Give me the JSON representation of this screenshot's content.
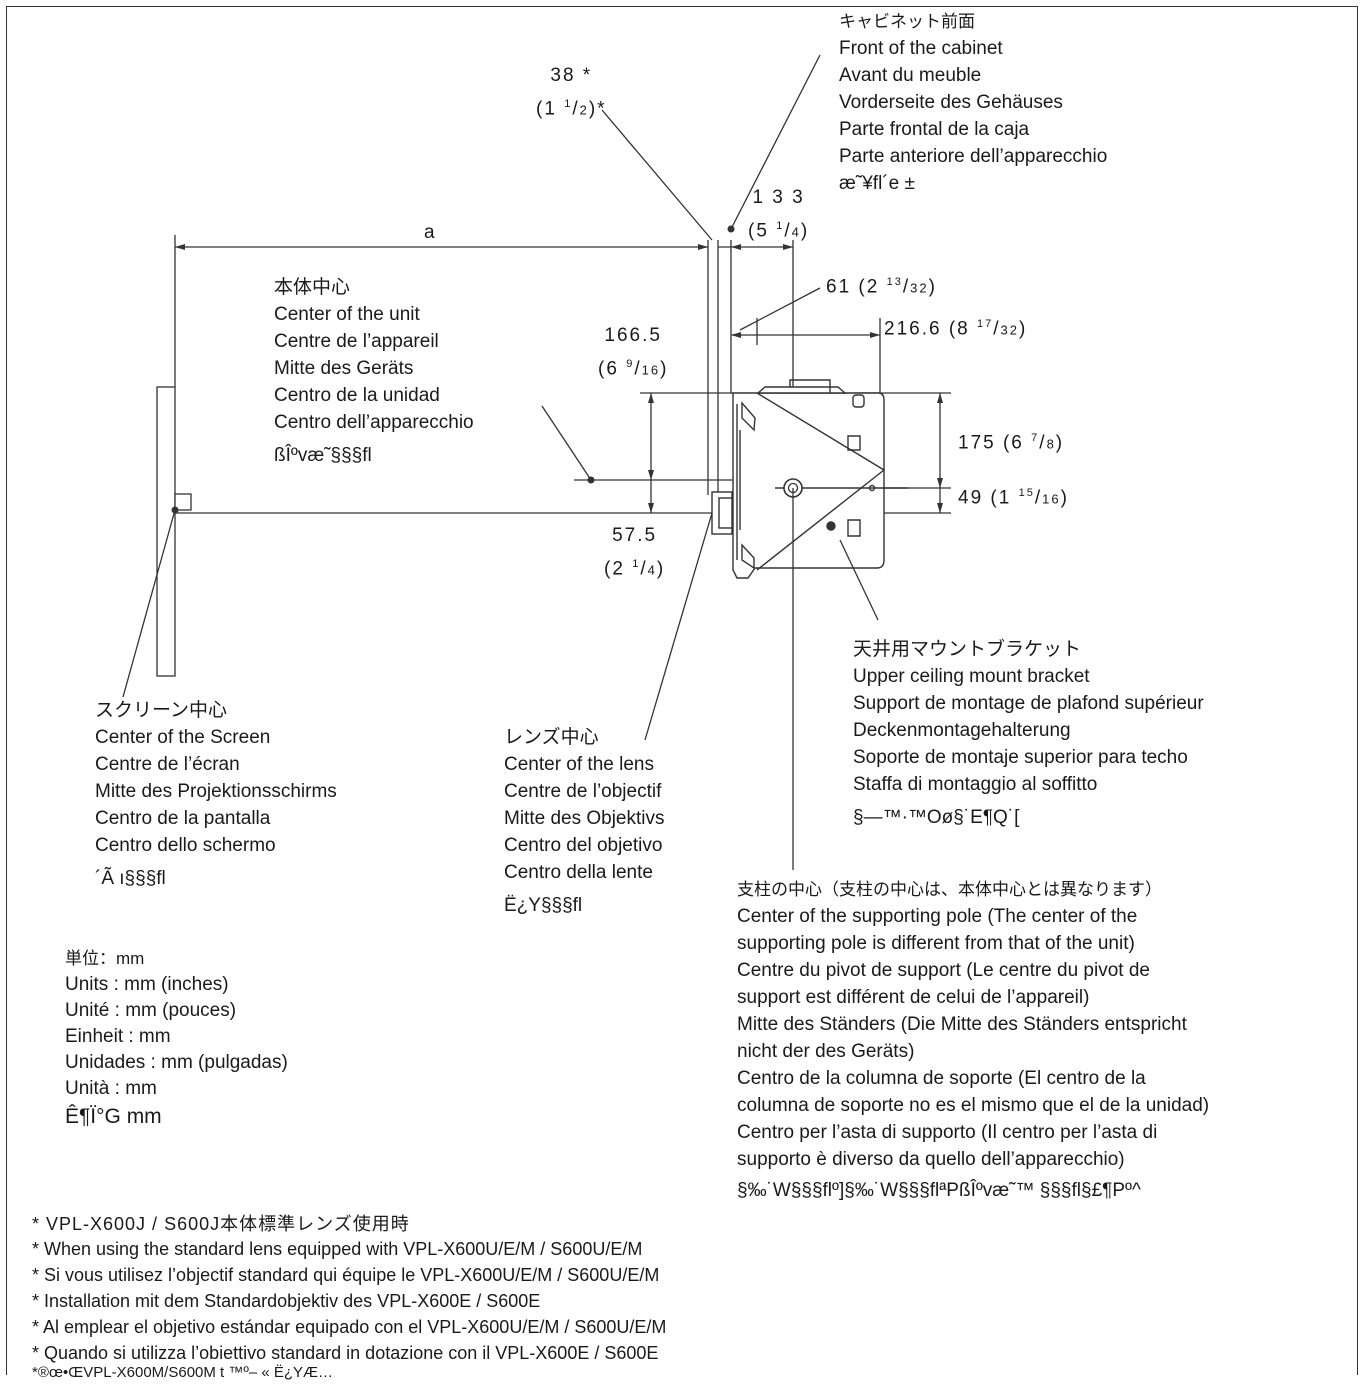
{
  "labels": {
    "cabinet_front": [
      "キャビネット前面",
      "Front of the cabinet",
      "Avant du meuble",
      "Vorderseite des Gehäuses",
      "Parte frontal de la caja",
      "Parte anteriore dell’apparecchio",
      "æ˜¥fl´e ±"
    ],
    "unit_center": [
      "本体中心",
      "Center of the unit",
      "Centre de l’appareil",
      "Mitte des Geräts",
      "Centro de la unidad",
      "Centro dell’apparecchio",
      "ßÎºvæ˜§§§fl"
    ],
    "screen_center": [
      "スクリーン中心",
      "Center of the Screen",
      "Centre de l’écran",
      "Mitte des Projektionsschirms",
      "Centro de la pantalla",
      "Centro dello schermo",
      "´Ã ı§§§fl"
    ],
    "lens_center": [
      "レンズ中心",
      "Center of the lens",
      "Centre de l’objectif",
      "Mitte des Objektivs",
      "Centro del objetivo",
      "Centro della lente",
      "Ë¿Y§§§fl"
    ],
    "bracket": [
      "天井用マウントブラケット",
      "Upper ceiling mount bracket",
      "Support de montage de plafond supérieur",
      "Deckenmontagehalterung",
      "Soporte de montaje superior para techo",
      "Staffa di montaggio al soffitto",
      "§—™·™Oø§˙E¶Q˙["
    ],
    "pole_center": [
      "支柱の中心（支柱の中心は、本体中心とは異なります）",
      "Center of the supporting pole (The center of the",
      "supporting pole is different from that of the unit)",
      "Centre du pivot de support (Le centre du pivot de",
      "support est différent de celui de l’appareil)",
      "Mitte des Ständers (Die Mitte des Ständers entspricht",
      "nicht der des Geräts)",
      "Centro de la columna de soporte (El centro de la",
      "columna de soporte no es el mismo que el de la unidad)",
      "Centro per l’asta di supporto (Il centro per l’asta di",
      "supporto è diverso da quello dell’apparecchio)",
      "§‰˙W§§§flº]§‰˙W§§§flªPßÎºvæ˜™ §§§fl§£¶Pº^"
    ],
    "units": [
      "単位：mm",
      "Units : mm (inches)",
      "Unité : mm (pouces)",
      "Einheit : mm",
      "Unidades : mm (pulgadas)",
      "Unità : mm",
      "Ê¶Ï°G mm"
    ]
  },
  "dimensions": {
    "d38": [
      "38 *",
      "(1 ",
      "1",
      "/",
      "2",
      ")*"
    ],
    "d133": [
      "1 3 3",
      "(5 ",
      "1",
      "/",
      "4",
      ")"
    ],
    "a": "a",
    "d61": [
      "61 (2 ",
      "13",
      "/",
      "32",
      ")"
    ],
    "d216": [
      "216.6 (8 ",
      "17",
      "/",
      "32",
      ")"
    ],
    "d166": [
      "166.5",
      "(6 ",
      "9",
      "/",
      "16",
      ")"
    ],
    "d175": [
      "175 (6 ",
      "7",
      "/",
      "8",
      ")"
    ],
    "d49": [
      "49 (1 ",
      "15",
      "/",
      "16",
      ")"
    ],
    "d57": [
      "57.5",
      "(2 ",
      "1",
      "/",
      "4",
      ")"
    ]
  },
  "footnotes": [
    "* VPL-X600J / S600J本体標準レンズ使用時",
    "* When using the standard lens equipped with VPL-X600U/E/M / S600U/E/M",
    "* Si vous utilisez l’objectif standard qui équipe le VPL-X600U/E/M / S600U/E/M",
    "* Installation mit dem Standardobjektiv des VPL-X600E / S600E",
    "* Al emplear el objetivo estándar equipado con el VPL-X600U/E/M / S600U/E/M",
    "* Quando si utilizza l’obiettivo standard in dotazione con il VPL-X600E / S600E",
    "*®œ•ŒVPL-X600M/S600M t ™º– « Ë¿YÆ…"
  ]
}
